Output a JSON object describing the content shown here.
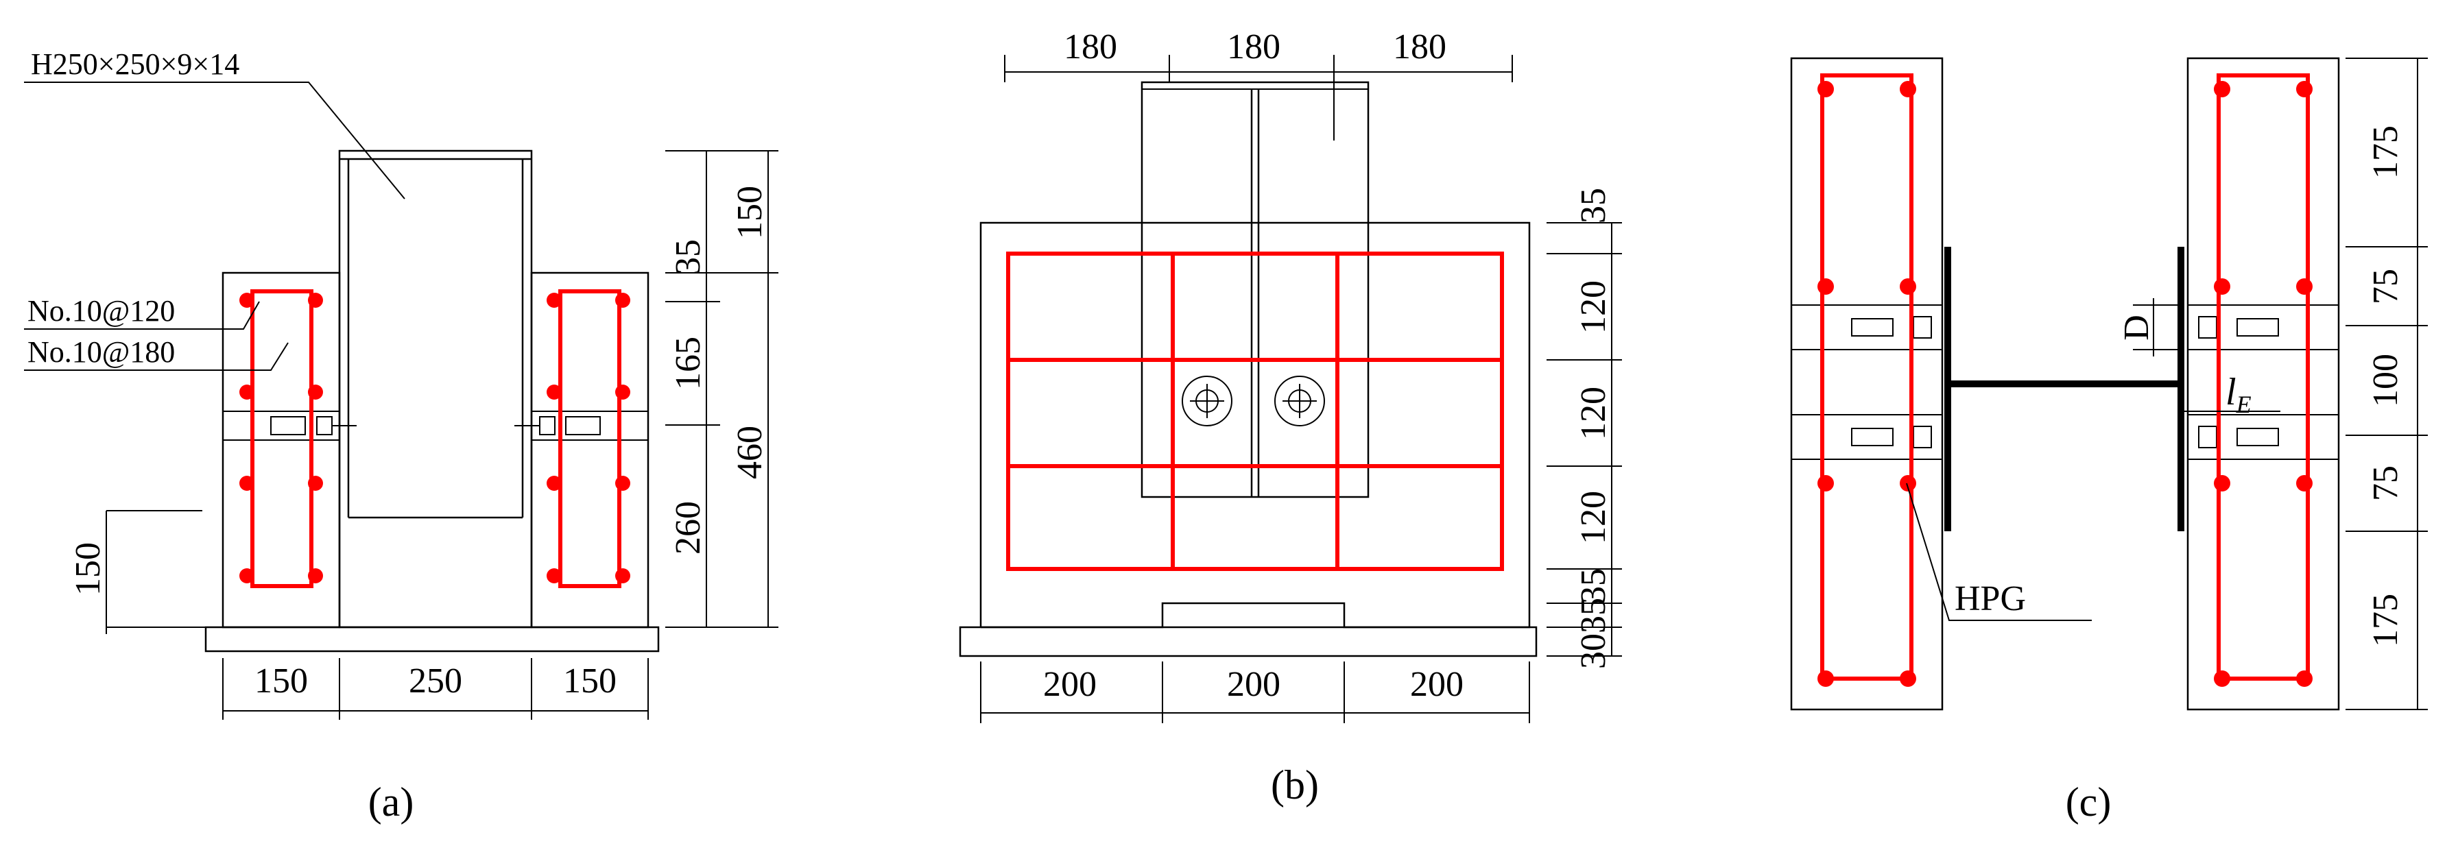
{
  "panel_a": {
    "section_label": "H250×250×9×14",
    "stirrup_1": "No.10@120",
    "stirrup_2": "No.10@180",
    "dims_bottom": [
      "150",
      "250",
      "150"
    ],
    "dims_right": [
      "150",
      "35",
      "165",
      "460",
      "260"
    ],
    "dim_left": "150",
    "caption": "(a)"
  },
  "panel_b": {
    "dims_top": [
      "180",
      "180",
      "180"
    ],
    "dims_bottom": [
      "200",
      "200",
      "200"
    ],
    "dims_right": [
      "35",
      "120",
      "120",
      "120",
      "35",
      "35",
      "30"
    ],
    "caption": "(b)"
  },
  "panel_c": {
    "dims_right": [
      "175",
      "75",
      "100",
      "75",
      "175"
    ],
    "label_d": "D",
    "label_le": "l",
    "label_le_sub": "E",
    "label_hpg": "HPG",
    "caption": "(c)"
  },
  "colors": {
    "rebar": "#ff0000",
    "line": "#000000"
  }
}
